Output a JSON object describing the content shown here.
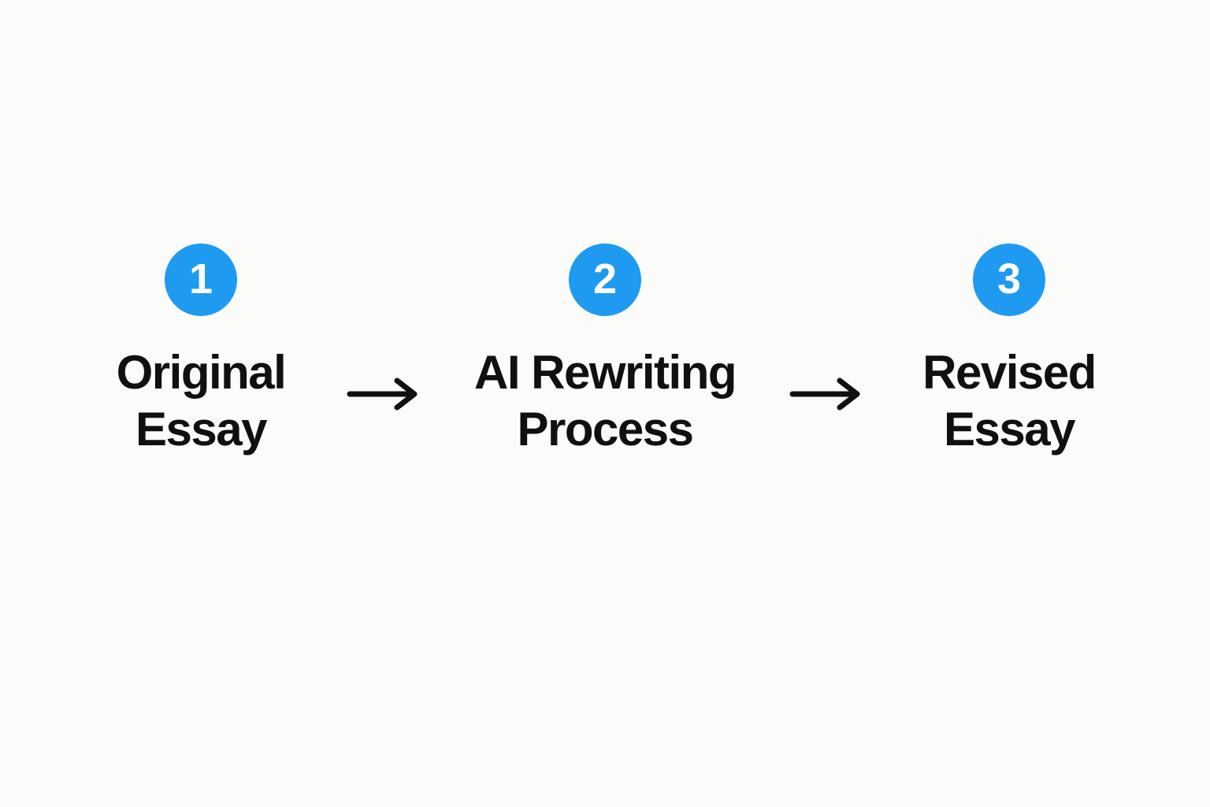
{
  "page": {
    "background": "#fbfbfa"
  },
  "diagram": {
    "type": "horizontal-flow",
    "accent_color": "#1e9bf0",
    "text_color": "#101010",
    "arrow_color": "#101010",
    "badge_text_color": "#ffffff",
    "steps": [
      {
        "number": "1",
        "label": "Original Essay",
        "label_line1": "Original",
        "label_line2": "Essay"
      },
      {
        "number": "2",
        "label": "AI Rewriting Process",
        "label_line1": "AI Rewriting",
        "label_line2": "Process"
      },
      {
        "number": "3",
        "label": "Revised Essay",
        "label_line1": "Revised",
        "label_line2": "Essay"
      }
    ],
    "arrows": [
      {
        "icon": "arrow-right"
      },
      {
        "icon": "arrow-right"
      }
    ]
  }
}
